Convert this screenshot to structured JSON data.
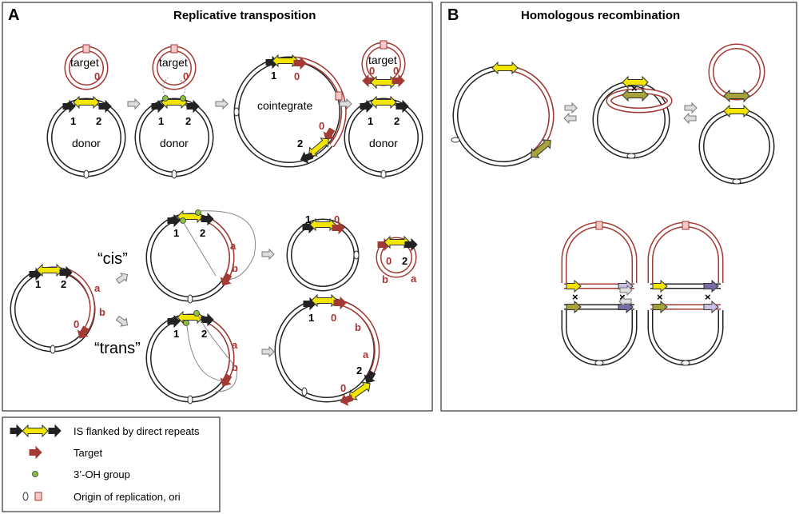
{
  "panel_a": {
    "letter": "A",
    "title": "Replicative transposition",
    "labels": {
      "target": "target",
      "donor": "donor",
      "cointegrate": "cointegrate",
      "cis": "“cis”",
      "trans": "“trans”",
      "one": "1",
      "two": "2",
      "zero": "0",
      "a": "a",
      "b": "b"
    }
  },
  "panel_b": {
    "letter": "B",
    "title": "Homologous recombination",
    "cross": "×"
  },
  "legend": {
    "is": "IS flanked by direct repeats",
    "target": "Target",
    "oh": "3’-OH group",
    "ori": "Origin of replication, ori"
  },
  "colors": {
    "red": "#a33a33",
    "yellow": "#f2e600",
    "olive": "#a6a33a",
    "purple": "#7a6aa6",
    "lavender": "#c8c0e0",
    "green": "#8cbf3f",
    "gray_arrow": "#999999"
  }
}
